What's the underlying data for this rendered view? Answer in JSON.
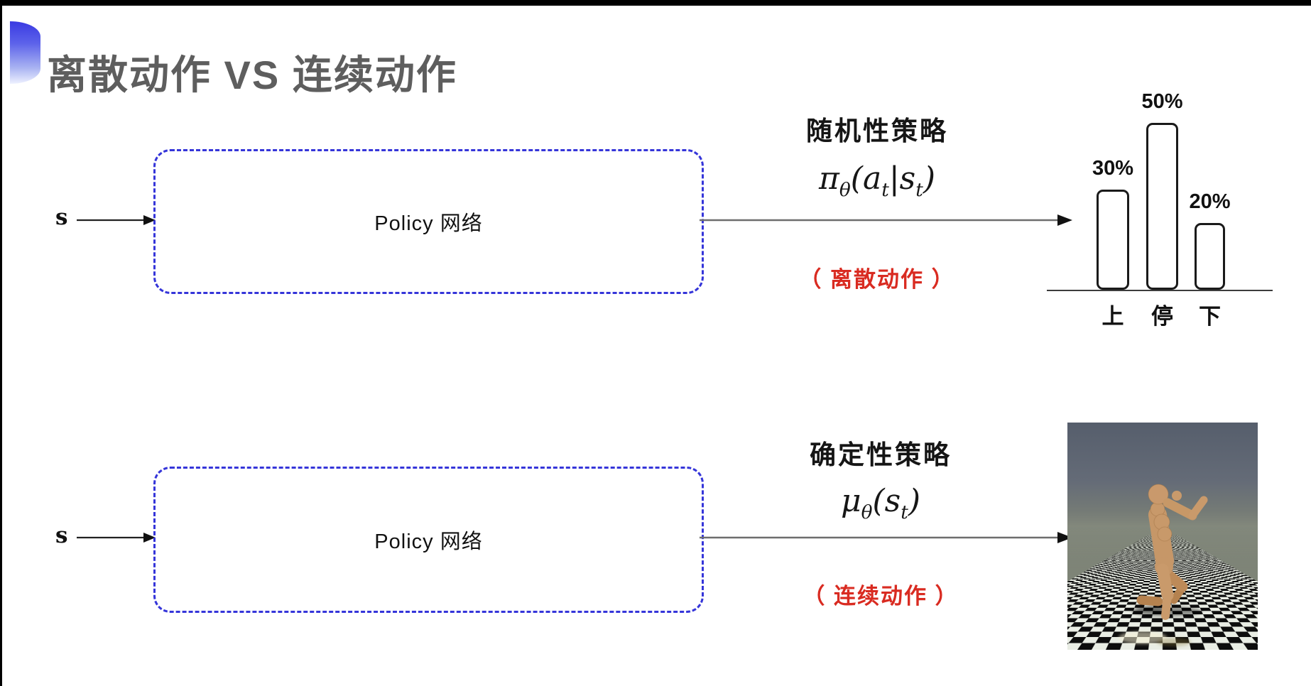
{
  "header": {
    "title": "离散动作 VS 连续动作",
    "title_color": "#5e5e5e",
    "icon": "blue-half-moon-bullet",
    "icon_gradient_top": "#3a3ae2",
    "icon_gradient_bottom": "#eef1ff"
  },
  "top_flow": {
    "input_label": "s",
    "box_label": "Policy 网络",
    "box_border_color": "#3535d9",
    "policy_type": "随机性策略",
    "formula": {
      "f0": "π",
      "s0": "θ",
      "f1": "(a",
      "s1": "t",
      "f2": "|s",
      "s2": "t",
      "f3": ")"
    },
    "action_note": "（ 离散动作 ）",
    "action_note_color": "#d92b21"
  },
  "chart_data": {
    "type": "bar",
    "categories": [
      "上",
      "停",
      "下"
    ],
    "values": [
      30,
      50,
      20
    ],
    "value_labels": [
      "30%",
      "50%",
      "20%"
    ],
    "unit": "%",
    "ylim": [
      0,
      55
    ],
    "bar_fill": "#ffffff",
    "bar_outline": "#1a1a1a",
    "axis": "baseline-only"
  },
  "bottom_flow": {
    "input_label": "s",
    "box_label": "Policy 网络",
    "box_border_color": "#3535d9",
    "policy_type": "确定性策略",
    "formula": {
      "f0": "μ",
      "s0": "θ",
      "f1": "(s",
      "s1": "t",
      "f2": ")"
    },
    "action_note": "（ 连续动作 ）",
    "action_note_color": "#d92b21"
  },
  "robot_scene": {
    "content": "humanoid-robot-on-checkerboard",
    "sky_top": "#565e6c",
    "sky_horizon": "#84897c",
    "checker_light": "#e9ede4",
    "checker_dark": "#0d0d0d",
    "robot_color": "#c9996a"
  }
}
